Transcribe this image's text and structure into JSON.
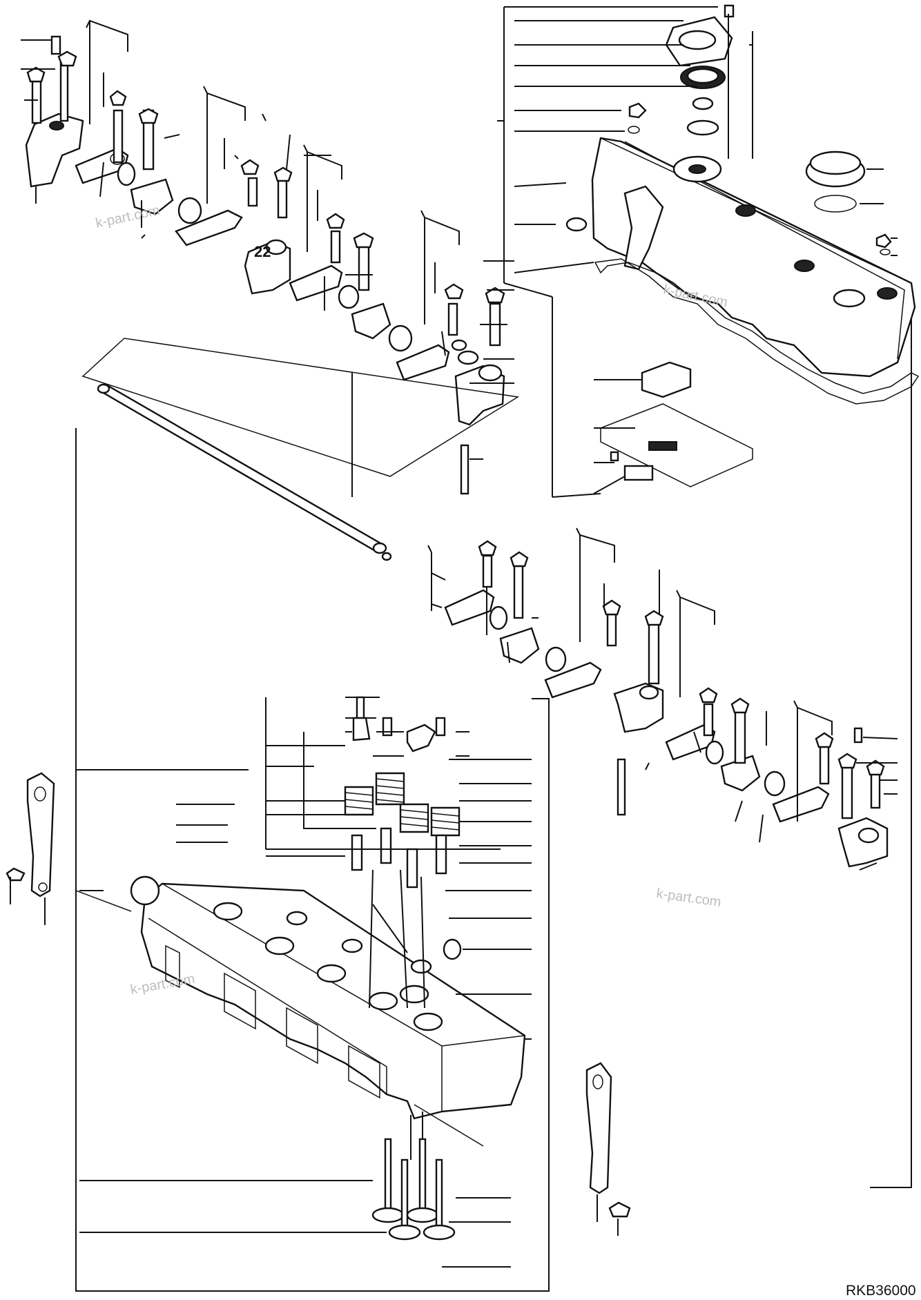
{
  "drawing": {
    "code": "RKB36000",
    "callout_number": "22",
    "watermarks": [
      "k-part.com",
      "k-part.com",
      "k-part.com",
      "k-part.com"
    ],
    "assemblies": [
      "rocker-arm-assembly-rear",
      "rocker-shaft",
      "rocker-arm-assembly-front",
      "head-cover",
      "cylinder-head",
      "valves-and-springs"
    ]
  },
  "colors": {
    "ink": "#111111",
    "paper": "#ffffff",
    "watermark": "#bdbdbd"
  }
}
